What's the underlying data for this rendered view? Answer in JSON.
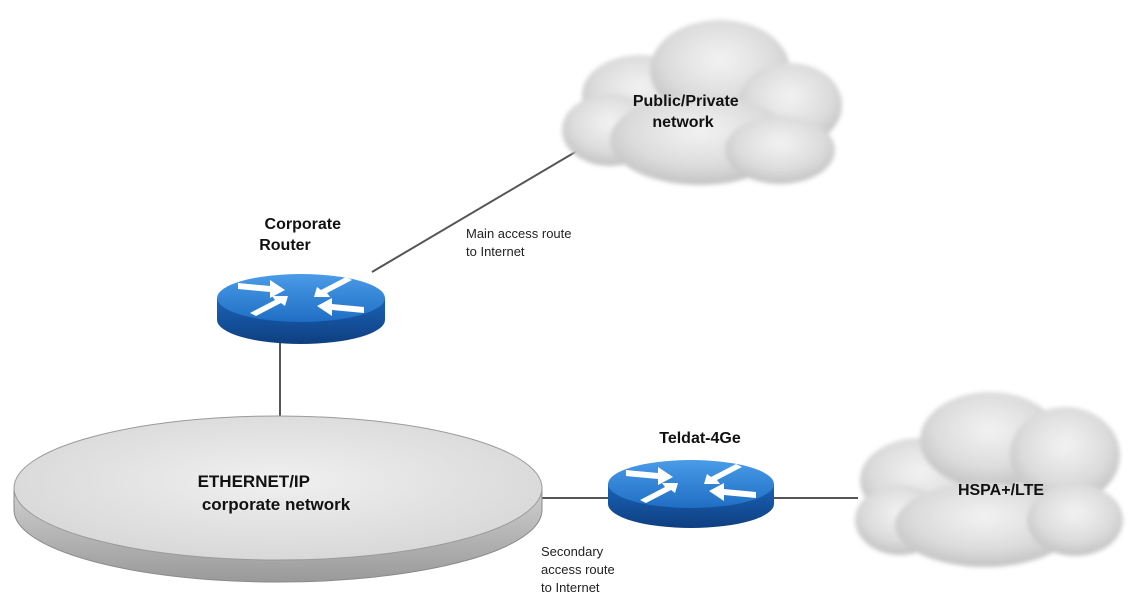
{
  "clouds": {
    "public_private": {
      "line1": "Public/Private",
      "line2": "network"
    },
    "hspa": {
      "label": "HSPA+/LTE"
    }
  },
  "routers": {
    "corporate": {
      "line1": "Corporate",
      "line2": "Router"
    },
    "teldat": {
      "label": "Teldat-4Ge"
    }
  },
  "network": {
    "line1": "ETHERNET/IP",
    "line2": "corporate network"
  },
  "links": {
    "main": {
      "line1": "Main access route",
      "line2": "to Internet"
    },
    "secondary": {
      "line1": "Secondary",
      "line2": "access route",
      "line3": "to Internet"
    }
  },
  "colors": {
    "router_top": "#2a7fd4",
    "router_side": "#1456a8",
    "cloud": "#d9d9d9",
    "network_disc": "#e6e6e6",
    "line": "#555555"
  }
}
